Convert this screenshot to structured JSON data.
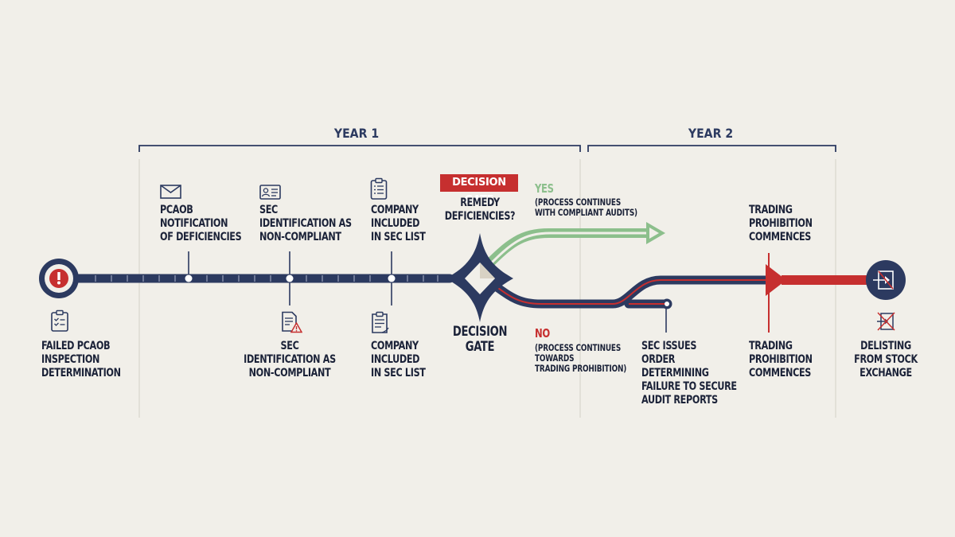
{
  "years": [
    {
      "label": "YEAR 1"
    },
    {
      "label": "YEAR 2"
    }
  ],
  "steps": {
    "start": "FAILED PCAOB\nINSPECTION\nDETERMINATION",
    "notification": "PCAOB\nNOTIFICATION\nOF DEFICIENCIES",
    "sec_id_top": "SEC\nIDENTIFICATION AS\nNON-COMPLIANT",
    "sec_id_bottom": "SEC\nIDENTIFICATION AS\nNON-COMPLIANT",
    "list_top": "COMPANY\nINCLUDED\nIN SEC LIST",
    "list_bottom": "COMPANY\nINCLUDED\nIN SEC LIST",
    "sec_order": "SEC ISSUES\nORDER\nDETERMINING\nFAILURE TO SECURE\nAUDIT REPORTS",
    "trading_top": "TRADING\nPROHIBITION\nCOMMENCES",
    "trading_bottom": "TRADING\nPROHIBITION\nCOMMENCES",
    "delisting": "DELISTING\nFROM STOCK\nEXCHANGE"
  },
  "decision": {
    "badge": "DECISION GATE",
    "question": "REMEDY\nDEFICIENCIES?",
    "gate_label": "DECISION\nGATE",
    "yes_title": "YES",
    "yes_note": "(PROCESS CONTINUES\nWITH COMPLIANT AUDITS)",
    "no_title": "NO",
    "no_note": "(PROCESS CONTINUES\nTOWARDS\nTRADING PROHIBITION)"
  },
  "colors": {
    "navy": "#2c3a60",
    "red": "#c62f2f",
    "green": "#8cbf8c",
    "background": "#f1efe9"
  },
  "icons": {
    "start": "alert-icon",
    "start_doc": "clipboard-checklist-icon",
    "notification": "envelope-icon",
    "sec_id_top": "id-card-icon",
    "sec_id_bottom": "document-warning-icon",
    "list_top": "clipboard-list-icon",
    "list_bottom": "clipboard-list-icon",
    "end": "delist-exit-icon",
    "delisting": "crossed-exit-icon"
  }
}
